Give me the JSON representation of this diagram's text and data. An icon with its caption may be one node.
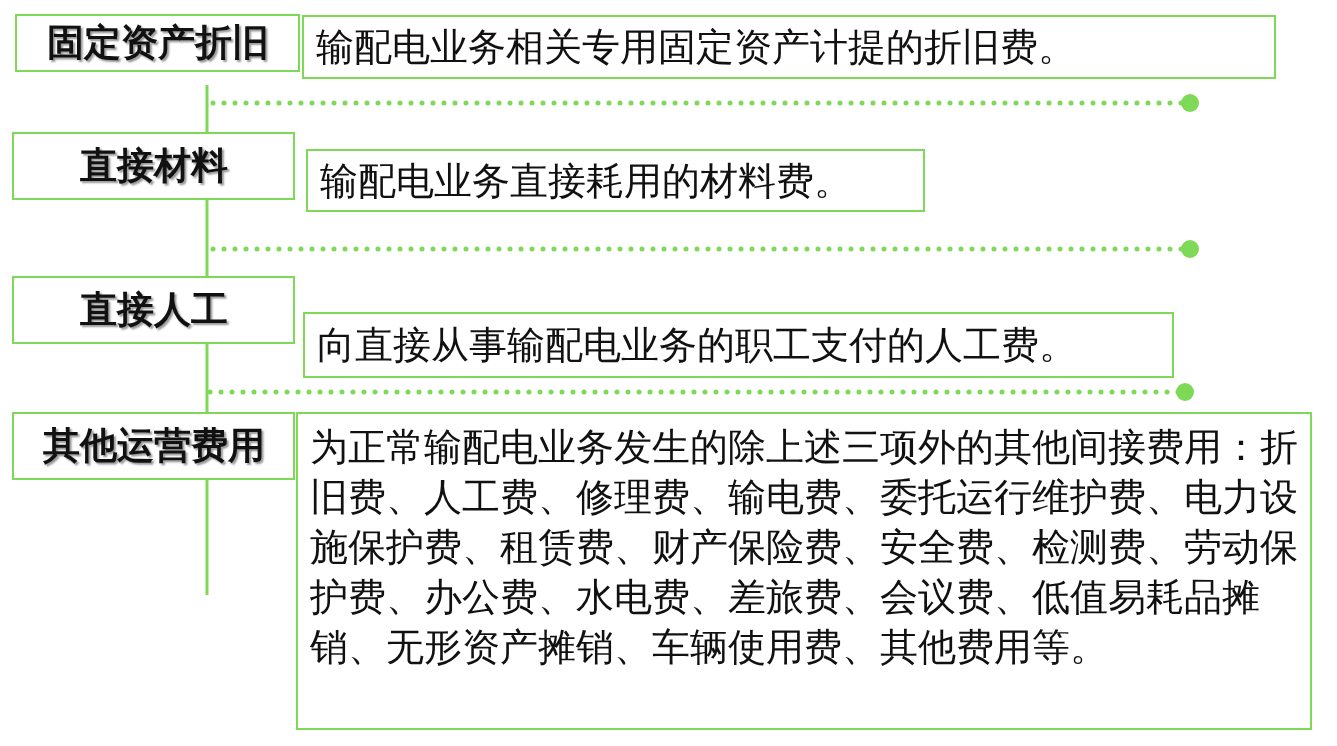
{
  "diagram": {
    "nodes": [
      {
        "text": [
          "固定资产折旧"
        ]
      },
      {
        "text": [
          "输配电业务相关专用固定资产计提的折旧费。"
        ]
      },
      {
        "text": [
          "直接材料"
        ]
      },
      {
        "text": [
          "输配电业务直接耗用的材料费。"
        ]
      },
      {
        "text": [
          "直接人工"
        ]
      },
      {
        "text": [
          "向直接从事输配电业务的职工支付的人工费。"
        ]
      },
      {
        "text": [
          "其他运营费用"
        ]
      },
      {
        "text": [
          "为正常输配电业务发生的除上述三项外的其他间接费用：折旧费、人工费、修理费、输电费、委托运行维护费、电力设施保护费、租赁费、财产保险费、安全费、检测费、劳动保护费、办公费、水电费、差旅费、会议费、低值易耗品摊销、无形资产摊销、车辆使用费、其他费用等。"
        ]
      }
    ]
  }
}
